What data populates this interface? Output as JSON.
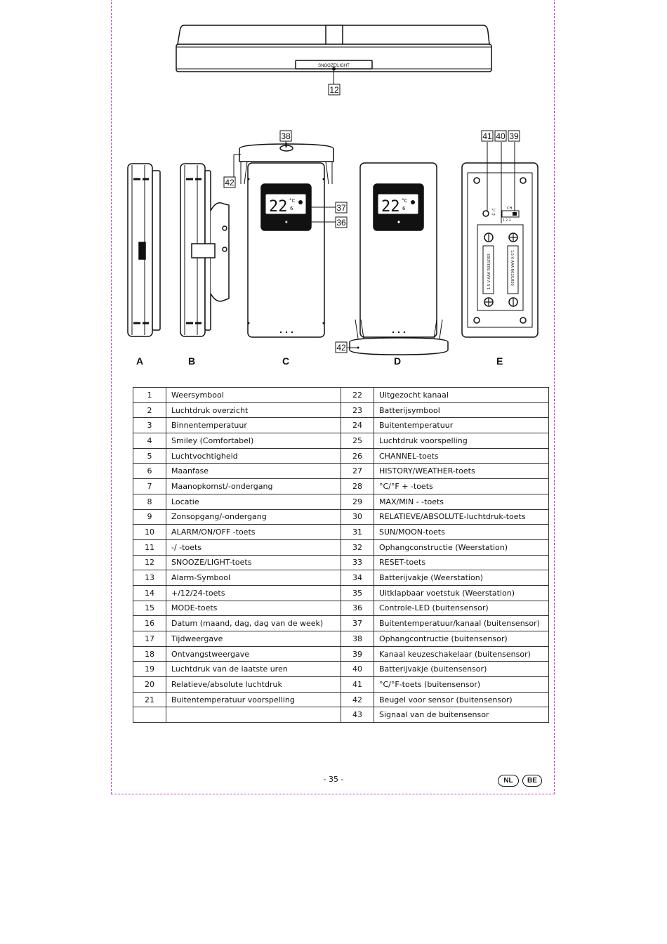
{
  "figure": {
    "top_button_label": "SNOOZE/LIGHT",
    "callouts": {
      "c12": "12",
      "c38": "38",
      "c41": "41",
      "c40": "40",
      "c39": "39",
      "c42a": "42",
      "c37": "37",
      "c36": "36",
      "c42b": "42"
    },
    "lcd_c": {
      "main": "22",
      "unit": "°C",
      "small": "6"
    },
    "lcd_d": {
      "main": "22",
      "unit": "°C",
      "small": "6"
    },
    "battery_compartment": {
      "unit_label": "°C\n°F",
      "ch_label": "CH",
      "channels": "1  2  3",
      "battery_text": "1.5 V   AAA  R03/LR03"
    },
    "section_labels": [
      "A",
      "B",
      "C",
      "D",
      "E"
    ]
  },
  "parts": {
    "rows": [
      {
        "ln": "1",
        "lt": "Weersymbool",
        "rn": "22",
        "rt": "Uitgezocht kanaal"
      },
      {
        "ln": "2",
        "lt": "Luchtdruk overzicht",
        "rn": "23",
        "rt": "Batterijsymbool"
      },
      {
        "ln": "3",
        "lt": "Binnentemperatuur",
        "rn": "24",
        "rt": "Buitentemperatuur"
      },
      {
        "ln": "4",
        "lt": "Smiley (Comfortabel)",
        "rn": "25",
        "rt": "Luchtdruk voorspelling"
      },
      {
        "ln": "5",
        "lt": "Luchtvochtigheid",
        "rn": "26",
        "rt": "CHANNEL-toets"
      },
      {
        "ln": "6",
        "lt": "Maanfase",
        "rn": "27",
        "rt": "HISTORY/WEATHER-toets"
      },
      {
        "ln": "7",
        "lt": "Maanopkomst/-ondergang",
        "rn": "28",
        "rt": "°C/°F + -toets"
      },
      {
        "ln": "8",
        "lt": "Locatie",
        "rn": "29",
        "rt": "MAX/MIN - -toets"
      },
      {
        "ln": "9",
        "lt": "Zonsopgang/-ondergang",
        "rn": "30",
        "rt": "RELATIEVE/ABSOLUTE-luchtdruk-toets"
      },
      {
        "ln": "10",
        "lt": "ALARM/ON/OFF -toets",
        "rn": "31",
        "rt": "SUN/MOON-toets"
      },
      {
        "ln": "11",
        "lt": "-/   -toets",
        "rn": "32",
        "rt": "Ophangconstructie (Weerstation)"
      },
      {
        "ln": "12",
        "lt": "SNOOZE/LIGHT-toets",
        "rn": "33",
        "rt": "RESET-toets"
      },
      {
        "ln": "13",
        "lt": "Alarm-Symbool",
        "rn": "34",
        "rt": "Batterijvakje (Weerstation)"
      },
      {
        "ln": "14",
        "lt": "+/12/24-toets",
        "rn": "35",
        "rt": "Uitklapbaar voetstuk (Weerstation)"
      },
      {
        "ln": "15",
        "lt": "MODE-toets",
        "rn": "36",
        "rt": "Controle-LED (buitensensor)"
      },
      {
        "ln": "16",
        "lt": "Datum (maand, dag, dag van de week)",
        "rn": "37",
        "rt": "Buitentemperatuur/kanaal (buitensensor)"
      },
      {
        "ln": "17",
        "lt": "Tijdweergave",
        "rn": "38",
        "rt": "Ophangcontructie (buitensensor)"
      },
      {
        "ln": "18",
        "lt": "Ontvangstweergave",
        "rn": "39",
        "rt": "Kanaal keuzeschakelaar (buitensensor)"
      },
      {
        "ln": "19",
        "lt": "Luchtdruk van de laatste uren",
        "rn": "40",
        "rt": "Batterijvakje (buitensensor)"
      },
      {
        "ln": "20",
        "lt": "Relatieve/absolute luchtdruk",
        "rn": "41",
        "rt": "°C/°F-toets (buitensensor)"
      },
      {
        "ln": "21",
        "lt": "Buitentemperatuur voorspelling",
        "rn": "42",
        "rt": "Beugel voor sensor (buitensensor)"
      },
      {
        "ln": "",
        "lt": "",
        "rn": "43",
        "rt": "Signaal van de buitensensor"
      }
    ]
  },
  "footer": {
    "page_number": "- 35 -",
    "badges": [
      "NL",
      "BE"
    ]
  }
}
